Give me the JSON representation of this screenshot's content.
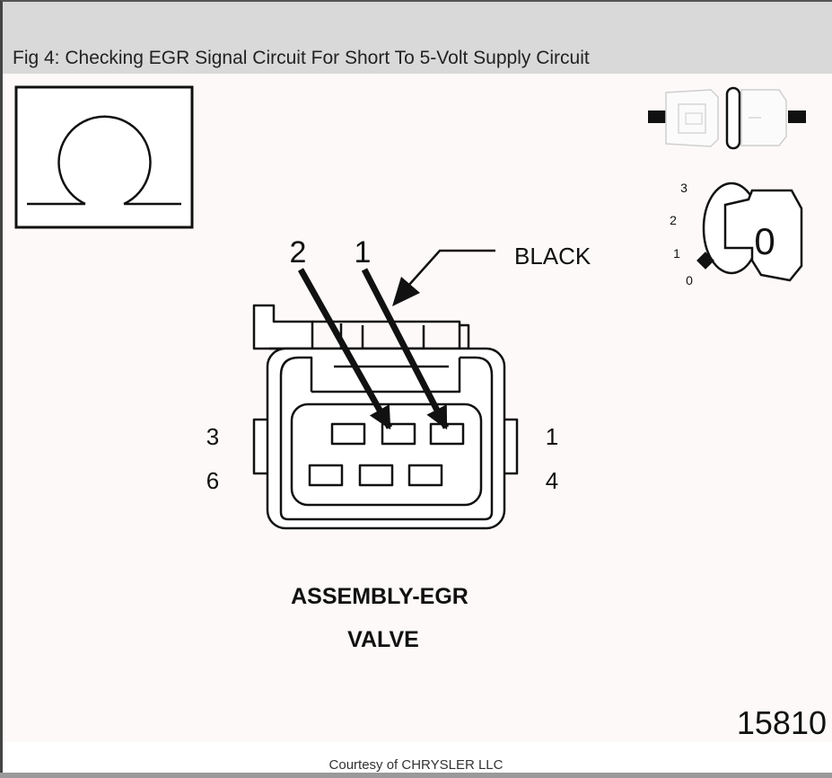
{
  "figure": {
    "caption": "Fig 4: Checking EGR Signal Circuit For Short To 5-Volt Supply Circuit",
    "figure_number": "15810",
    "credit": "Courtesy of CHRYSLER LLC"
  },
  "meter": {
    "icon": "ohmmeter-omega-icon"
  },
  "connector_icon": {
    "icon": "disconnected-connector-icon"
  },
  "ignition": {
    "icon": "ignition-key-icon",
    "positions": [
      "3",
      "2",
      "1",
      "0"
    ],
    "key_label": "0"
  },
  "connector": {
    "probe_labels": [
      "2",
      "1"
    ],
    "color_label": "BLACK",
    "pin_labels": {
      "top_left": "3",
      "bottom_left": "6",
      "top_right": "1",
      "bottom_right": "4"
    },
    "name_line1": "ASSEMBLY-EGR",
    "name_line2": "VALVE"
  }
}
